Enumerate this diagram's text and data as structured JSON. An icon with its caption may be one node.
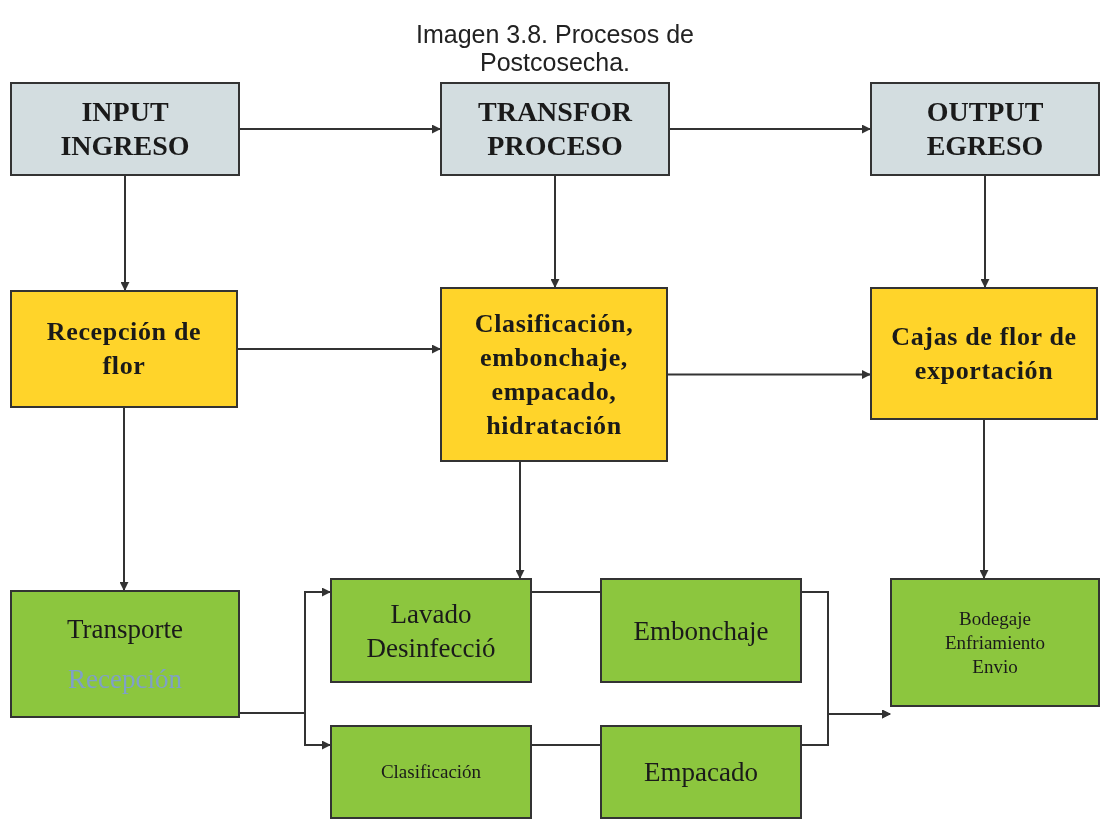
{
  "diagram": {
    "title": "Imagen 3.8. Procesos de Postcosecha.",
    "nodes": [
      {
        "text": [
          "INPUT INGRESO"
        ]
      },
      {
        "text": [
          "TRANSFOR PROCESO"
        ]
      },
      {
        "text": [
          "OUTPUT EGRESO"
        ]
      },
      {
        "text": [
          "Recepción de flor"
        ]
      },
      {
        "text": [
          "Clasificación, embonchaje, empacado, hidratación"
        ]
      },
      {
        "text": [
          "Cajas de flor de exportación"
        ]
      },
      {
        "text": [
          "Transporte",
          "Recepción"
        ]
      },
      {
        "text": [
          "Lavado Desinfecció"
        ]
      },
      {
        "text": [
          "Embonchaje"
        ]
      },
      {
        "text": [
          "Clasificación"
        ]
      },
      {
        "text": [
          "Empacado"
        ]
      },
      {
        "text": [
          "Bodegaje Enfriamiento Envio"
        ]
      }
    ],
    "edges": [
      {
        "from": 0,
        "to": 1,
        "arrow": "to"
      },
      {
        "from": 1,
        "to": 2,
        "arrow": "to"
      },
      {
        "from": 0,
        "to": 3,
        "arrow": "to"
      },
      {
        "from": 1,
        "to": 4,
        "arrow": "to"
      },
      {
        "from": 2,
        "to": 5,
        "arrow": "to"
      },
      {
        "from": 3,
        "to": 4,
        "arrow": "to"
      },
      {
        "from": 4,
        "to": 5,
        "arrow": "to"
      },
      {
        "from": 3,
        "to": 6,
        "arrow": "to"
      },
      {
        "from": 4,
        "to": 7,
        "arrow": "to"
      },
      {
        "from": 5,
        "to": 11,
        "arrow": "to"
      },
      {
        "from": 6,
        "to": 7,
        "arrow": "to"
      },
      {
        "from": 6,
        "to": 9,
        "arrow": "to"
      },
      {
        "from": 7,
        "to": 8,
        "arrow": "none"
      },
      {
        "from": 9,
        "to": 10,
        "arrow": "none"
      },
      {
        "from": 8,
        "to": 11,
        "arrow": "to"
      },
      {
        "from": 10,
        "to": 11,
        "arrow": "to"
      }
    ]
  }
}
